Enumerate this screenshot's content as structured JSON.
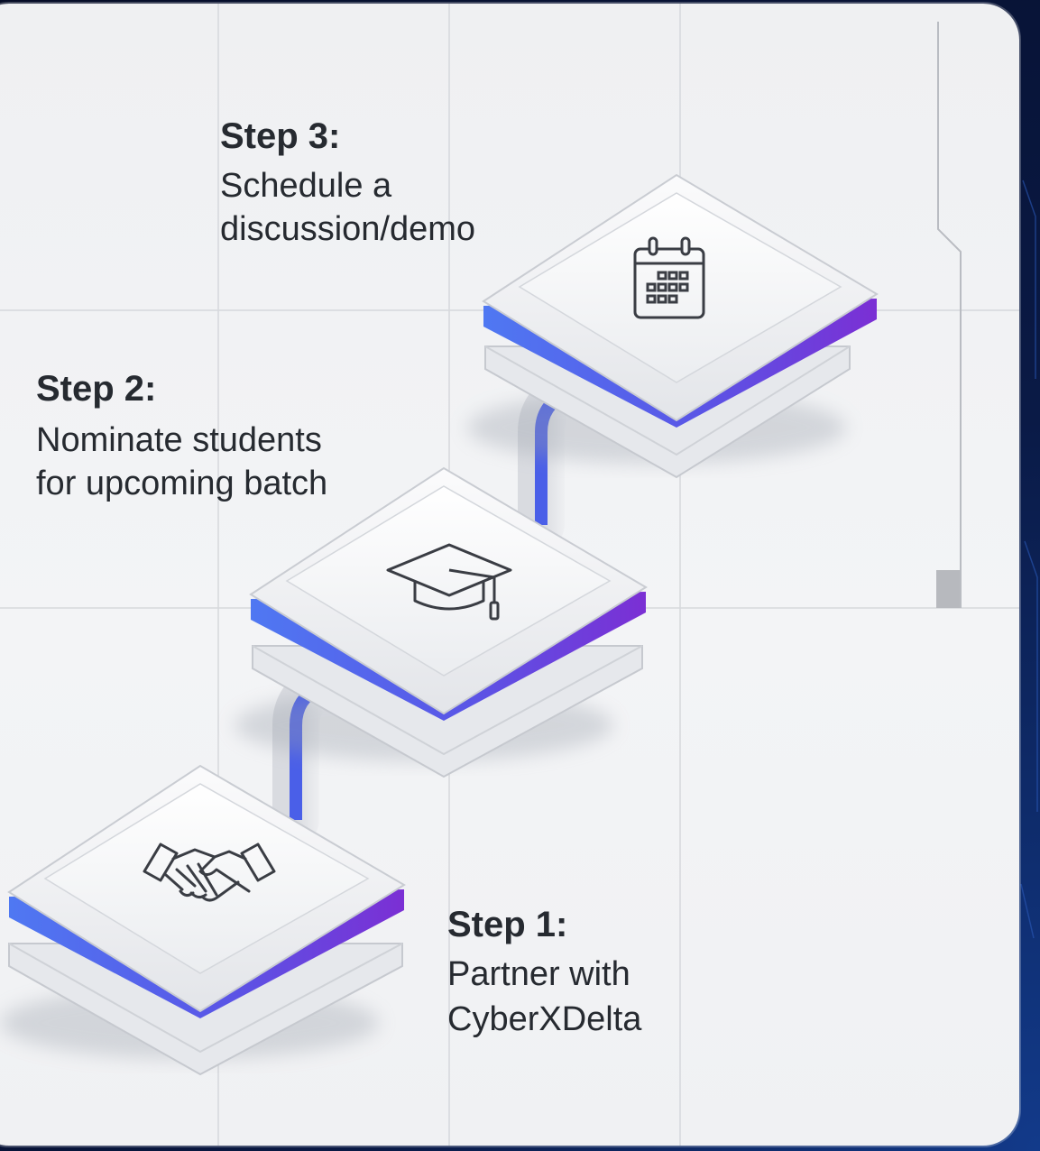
{
  "steps": [
    {
      "id": 1,
      "title": "Step 1:",
      "line1": "Partner with",
      "line2": "CyberXDelta",
      "icon": "handshake-icon"
    },
    {
      "id": 2,
      "title": "Step 2:",
      "line1": "Nominate students",
      "line2": "for upcoming batch",
      "icon": "graduation-cap-icon"
    },
    {
      "id": 3,
      "title": "Step 3:",
      "line1": "Schedule a",
      "line2": "discussion/demo",
      "icon": "calendar-icon"
    }
  ],
  "colors": {
    "accent_blue": "#4a6cf0",
    "accent_violet": "#7a35d6",
    "background": "#0a1a46",
    "card": "#f0f1f3"
  }
}
